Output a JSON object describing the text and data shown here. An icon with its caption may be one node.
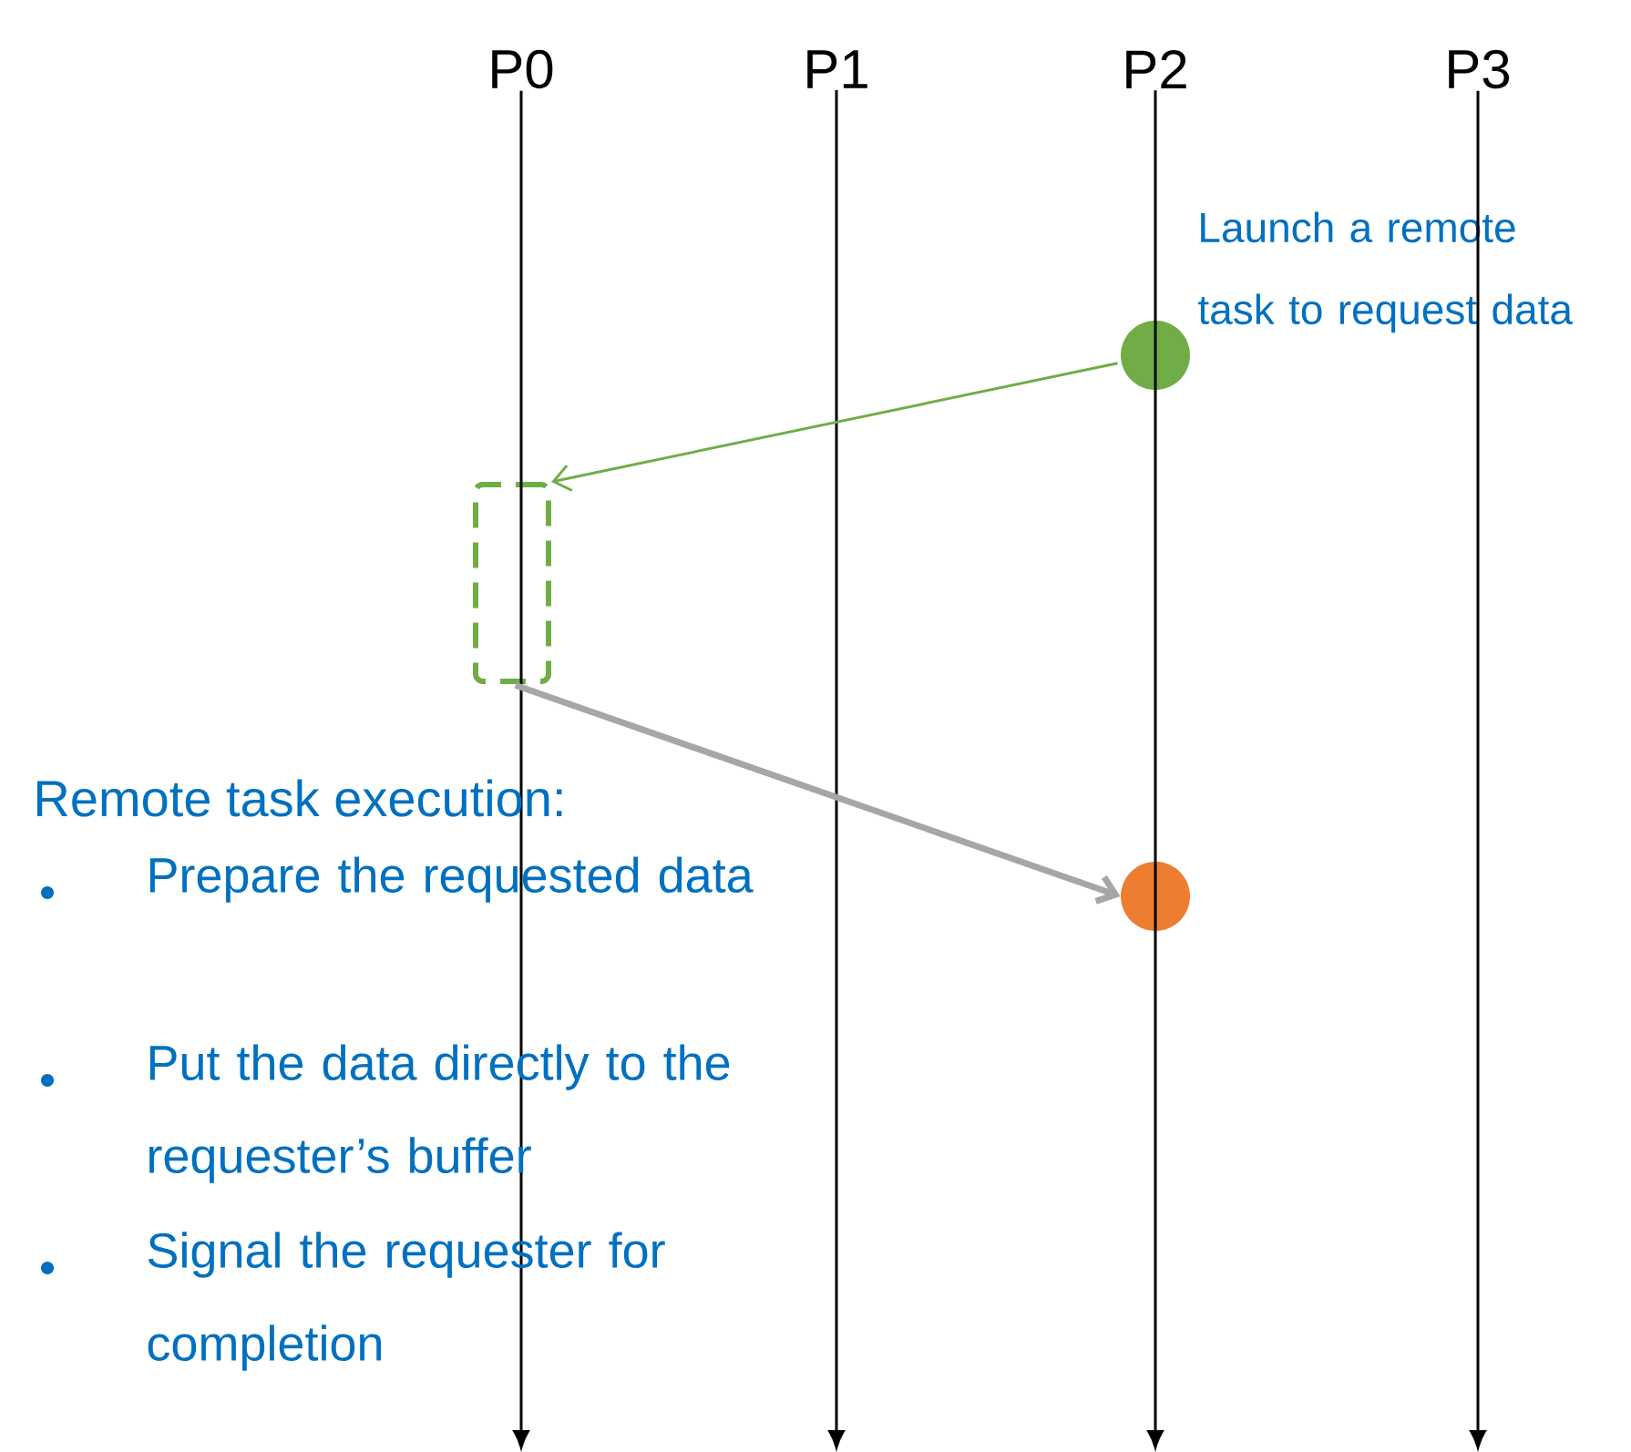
{
  "diagram": {
    "nodes": [
      {
        "text": [
          "P0"
        ]
      },
      {
        "text": [
          "P1"
        ]
      },
      {
        "text": [
          "P2"
        ]
      },
      {
        "text": [
          "P3"
        ]
      },
      {
        "text": [],
        "shape": "circle",
        "beside": [
          "Launch a remote task to request data"
        ]
      },
      {
        "text": [],
        "shape": "box"
      },
      {
        "text": [],
        "shape": "circle"
      }
    ],
    "edges": [
      {
        "from": 0,
        "to": null,
        "arrow": "to"
      },
      {
        "from": 1,
        "to": null,
        "arrow": "to"
      },
      {
        "from": 2,
        "to": null,
        "arrow": "to"
      },
      {
        "from": 3,
        "to": null,
        "arrow": "to"
      },
      {
        "from": 4,
        "to": 5,
        "arrow": "to",
        "color": "#70ad47"
      },
      {
        "from": 5,
        "to": 6,
        "arrow": "to",
        "style": "thick",
        "color": "#a6a6a6"
      }
    ],
    "labels": [
      "Remote task execution:",
      "Prepare the requested data",
      "Put the data directly to the requester’s buffer",
      "Signal the requester for completion"
    ]
  }
}
